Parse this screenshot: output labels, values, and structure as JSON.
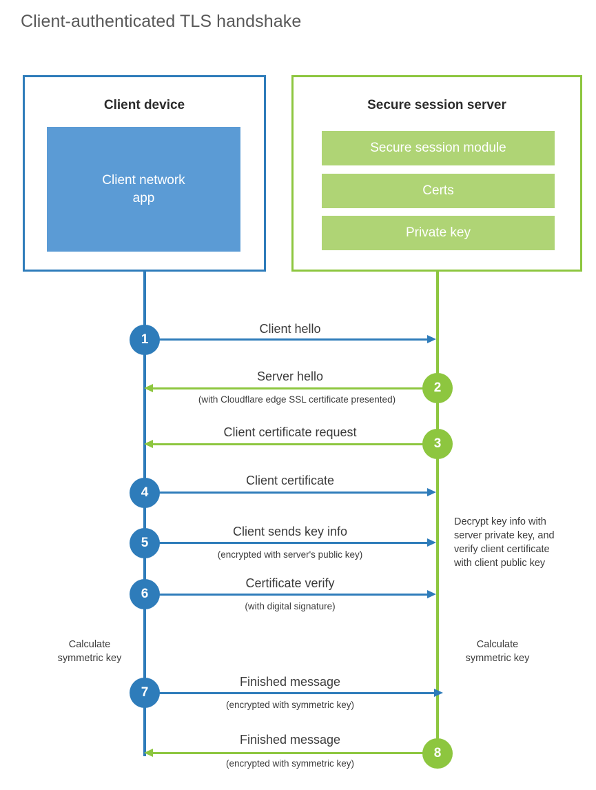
{
  "title": "Client-authenticated TLS handshake",
  "colors": {
    "client_blue": "#2E7CBA",
    "client_app_fill": "#5B9BD5",
    "server_green": "#8DC63F",
    "server_bar_fill": "#AFD475",
    "text": "#3b3b3b",
    "title_text": "#595959"
  },
  "client": {
    "title": "Client device",
    "app_label": "Client network\napp",
    "app_label_line1": "Client network",
    "app_label_line2": "app"
  },
  "server": {
    "title": "Secure session server",
    "bars": [
      {
        "label": "Secure session module"
      },
      {
        "label": "Certs"
      },
      {
        "label": "Private key"
      }
    ]
  },
  "messages": [
    {
      "step": "1",
      "label": "Client hello",
      "sub": "",
      "direction": "client-to-server",
      "color": "blue"
    },
    {
      "step": "2",
      "label": "Server hello",
      "sub": "(with Cloudflare edge SSL certificate presented)",
      "direction": "server-to-client",
      "color": "green"
    },
    {
      "step": "3",
      "label": "Client certificate request",
      "sub": "",
      "direction": "server-to-client",
      "color": "green"
    },
    {
      "step": "4",
      "label": "Client certificate",
      "sub": "",
      "direction": "client-to-server",
      "color": "blue"
    },
    {
      "step": "5",
      "label": "Client sends key info",
      "sub": "(encrypted with server's public key)",
      "direction": "client-to-server",
      "color": "blue"
    },
    {
      "step": "6",
      "label": "Certificate verify",
      "sub": "(with digital signature)",
      "direction": "client-to-server",
      "color": "blue"
    },
    {
      "step": "7",
      "label": "Finished message",
      "sub": "(encrypted with symmetric key)",
      "direction": "client-to-server",
      "color": "blue"
    },
    {
      "step": "8",
      "label": "Finished message",
      "sub": "(encrypted with symmetric key)",
      "direction": "server-to-client",
      "color": "green"
    }
  ],
  "annotations": {
    "server_decrypt_note_line1": "Decrypt key info with",
    "server_decrypt_note_line2": "server private key, and",
    "server_decrypt_note_line3": "verify client certificate",
    "server_decrypt_note_line4": "with client public key",
    "client_calc_line1": "Calculate",
    "client_calc_line2": "symmetric key",
    "server_calc_line1": "Calculate",
    "server_calc_line2": "symmetric key"
  }
}
